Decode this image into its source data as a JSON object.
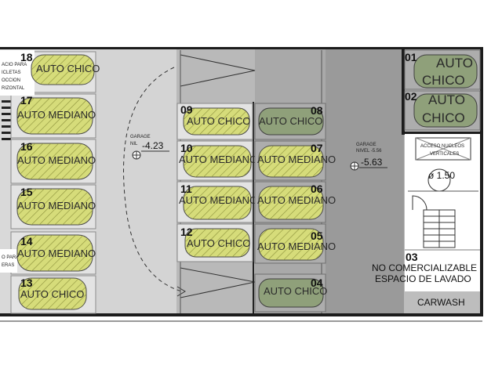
{
  "spots": [
    {
      "id": "spot-18",
      "num": "18",
      "label": "AUTO CHICO"
    },
    {
      "id": "spot-17",
      "num": "17",
      "label": "AUTO MEDIANO"
    },
    {
      "id": "spot-16",
      "num": "16",
      "label": "AUTO MEDIANO"
    },
    {
      "id": "spot-15",
      "num": "15",
      "label": "AUTO MEDIANO"
    },
    {
      "id": "spot-14",
      "num": "14",
      "label": "AUTO MEDIANO"
    },
    {
      "id": "spot-13",
      "num": "13",
      "label": "AUTO CHICO"
    },
    {
      "id": "spot-09",
      "num": "09",
      "label": "AUTO CHICO"
    },
    {
      "id": "spot-10",
      "num": "10",
      "label": "AUTO MEDIANO"
    },
    {
      "id": "spot-11",
      "num": "11",
      "label": "AUTO MEDIANO"
    },
    {
      "id": "spot-12",
      "num": "12",
      "label": "AUTO CHICO"
    },
    {
      "id": "spot-08",
      "num": "08",
      "label": "AUTO CHICO"
    },
    {
      "id": "spot-07",
      "num": "07",
      "label": "AUTO MEDIANO"
    },
    {
      "id": "spot-06",
      "num": "06",
      "label": "AUTO MEDIANO"
    },
    {
      "id": "spot-05",
      "num": "05",
      "label": "AUTO MEDIANO"
    },
    {
      "id": "spot-04",
      "num": "04",
      "label": "AUTO CHICO"
    },
    {
      "id": "spot-01",
      "num": "01",
      "label1": "AUTO",
      "label2": "CHICO"
    },
    {
      "id": "spot-02",
      "num": "02",
      "label1": "AUTO",
      "label2": "CHICO"
    }
  ],
  "bike_note_top": [
    "ACIO PARA",
    "ICLETAS",
    "OCCION",
    "RIZONTAL"
  ],
  "bike_note_bottom": [
    "O PARA",
    "ERAS"
  ],
  "level_left": {
    "tag1": "GARAGE",
    "tag2": "NIL",
    "value": "-4.23"
  },
  "level_right": {
    "tag1": "GARAGE",
    "tag2": "NIVEL -5.56",
    "value": "-5.63"
  },
  "access": {
    "line1": "ACCESO NUCLEOS",
    "line2": "VERTICALES",
    "diameter": "ø 1.50"
  },
  "space03": {
    "num": "03",
    "line1": "NO COMERCIALIZABLE",
    "line2": "ESPACIO DE LAVADO",
    "carwash": "CARWASH"
  }
}
